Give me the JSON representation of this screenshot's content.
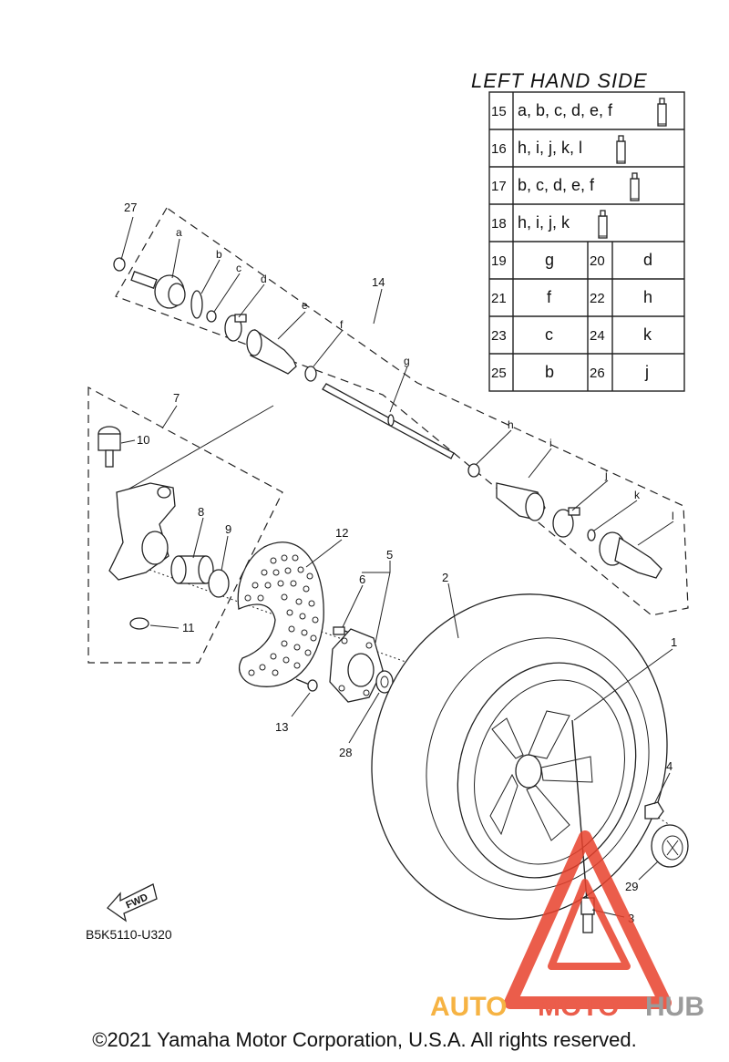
{
  "table": {
    "title": "LEFT HAND SIDE",
    "wide_rows": [
      {
        "num": "15",
        "val": "a, b, c, d, e, f"
      },
      {
        "num": "16",
        "val": "h, i, j, k, l"
      },
      {
        "num": "17",
        "val": "b, c, d, e, f"
      },
      {
        "num": "18",
        "val": "h, i, j, k"
      }
    ],
    "pair_rows": [
      {
        "n1": "19",
        "v1": "g",
        "n2": "20",
        "v2": "d"
      },
      {
        "n1": "21",
        "v1": "f",
        "n2": "22",
        "v2": "h"
      },
      {
        "n1": "23",
        "v1": "c",
        "n2": "24",
        "v2": "k"
      },
      {
        "n1": "25",
        "v1": "b",
        "n2": "26",
        "v2": "j"
      }
    ]
  },
  "callouts": {
    "n1": "1",
    "n2": "2",
    "n3": "3",
    "n4": "4",
    "n5": "5",
    "n6": "6",
    "n7": "7",
    "n8": "8",
    "n9": "9",
    "n10": "10",
    "n11": "11",
    "n12": "12",
    "n13": "13",
    "n14": "14",
    "n27": "27",
    "n28": "28",
    "n29": "29"
  },
  "letters": {
    "a": "a",
    "b": "b",
    "c": "c",
    "d": "d",
    "e": "e",
    "f": "f",
    "g": "g",
    "h": "h",
    "i": "i",
    "j": "j",
    "k": "k",
    "l": "l"
  },
  "fwd": "FWD",
  "diagram_code": "B5K5110-U320",
  "watermark": {
    "part1": "AUTO",
    "part2": "MOTO",
    "part3": "HUB",
    "color_orange": "#f5a623",
    "color_red": "#e8412c",
    "color_gray": "#8a8a8a"
  },
  "copyright": "©2021 Yamaha Motor Corporation, U.S.A. All rights reserved."
}
